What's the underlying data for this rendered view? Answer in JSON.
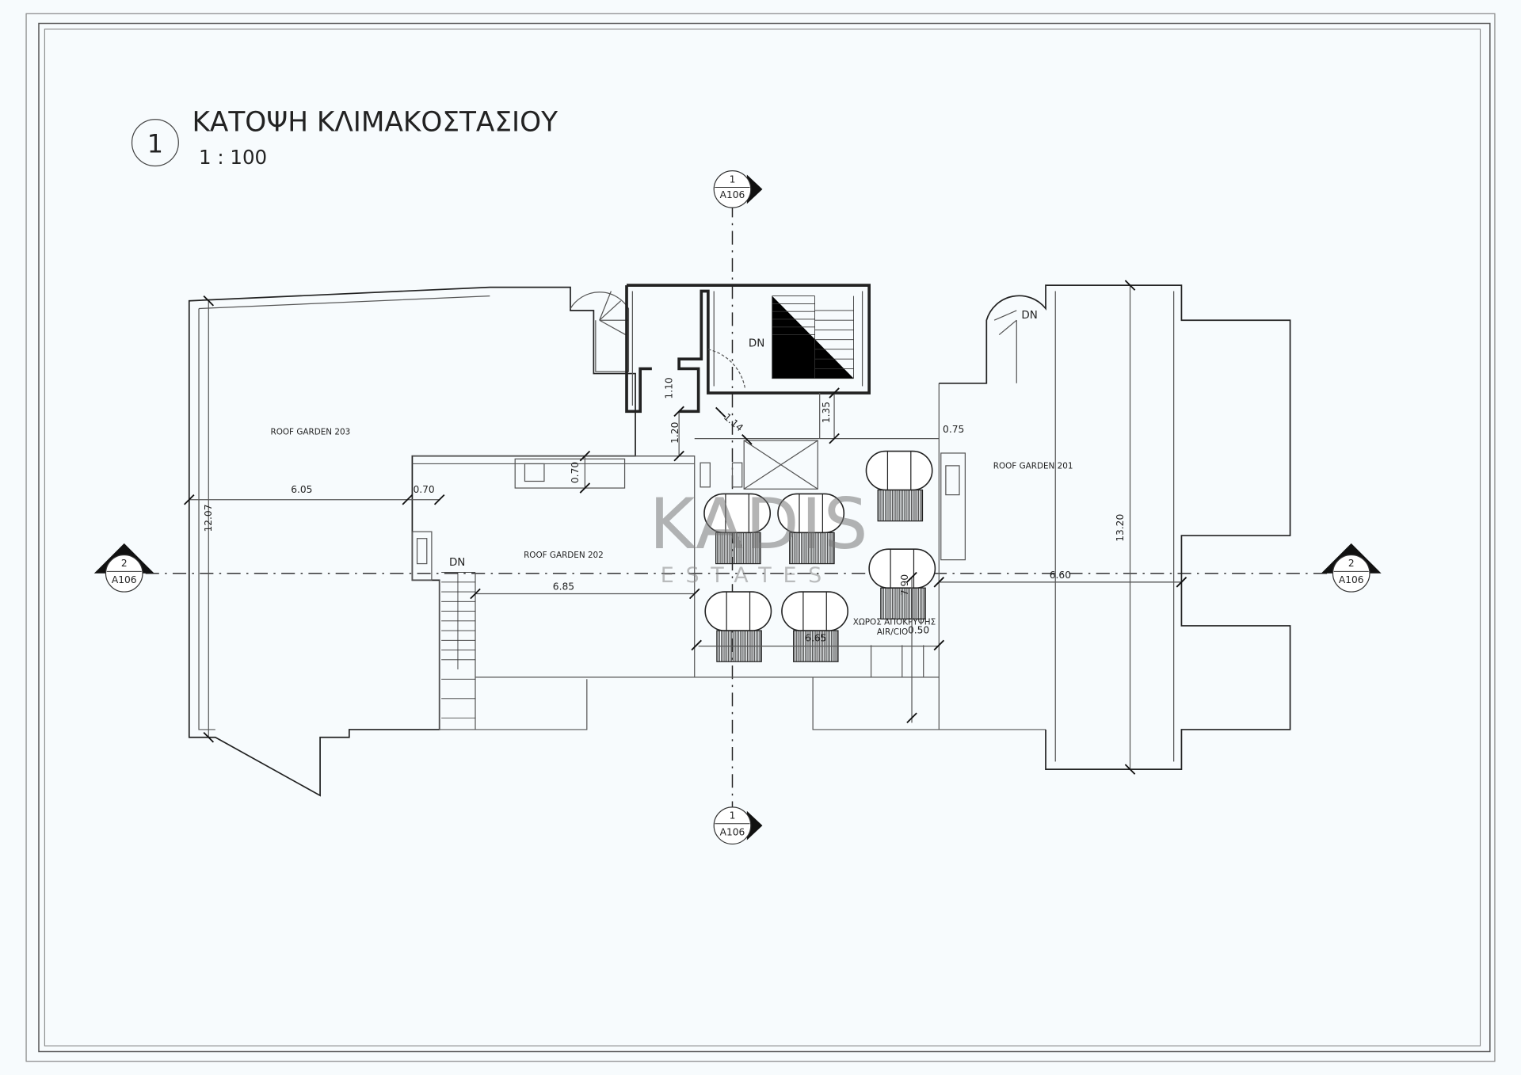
{
  "title": {
    "number": "1",
    "name": "ΚΑΤΟΨΗ ΚΛΙΜΑΚΟΣΤΑΣΙΟΥ",
    "scale": "1 : 100"
  },
  "section_markers": {
    "top": {
      "number": "1",
      "sheet": "A106"
    },
    "bottom": {
      "number": "1",
      "sheet": "A106"
    },
    "left": {
      "number": "2",
      "sheet": "A106"
    },
    "right": {
      "number": "2",
      "sheet": "A106"
    }
  },
  "rooms": {
    "garden_203": "ROOF GARDEN 203",
    "garden_202": "ROOF GARDEN 202",
    "garden_201": "ROOF GARDEN 201",
    "aircon_line1": "ΧΩΡΟΣ ΑΠΟΚΡΥΨΗΣ",
    "aircon_line2": "AIR/CIO"
  },
  "stairs": {
    "dn_main": "DN",
    "dn_right": "DN",
    "dn_left": "DN"
  },
  "dimensions": {
    "d_605": "6.05",
    "d_070a": "0.70",
    "d_070b": "0.70",
    "d_1207": "12.07",
    "d_685": "6.85",
    "d_110": "1.10",
    "d_120": "1.20",
    "d_114": "1.14",
    "d_135": "1.35",
    "d_075": "0.75",
    "d_1320": "13.20",
    "d_660": "6.60",
    "d_790": "7.90",
    "d_665": "6.65",
    "d_050": "0.50"
  },
  "watermark": {
    "brand": "KADIS",
    "sub": "ESTATES",
    "accent_color": "#c9a25a"
  }
}
